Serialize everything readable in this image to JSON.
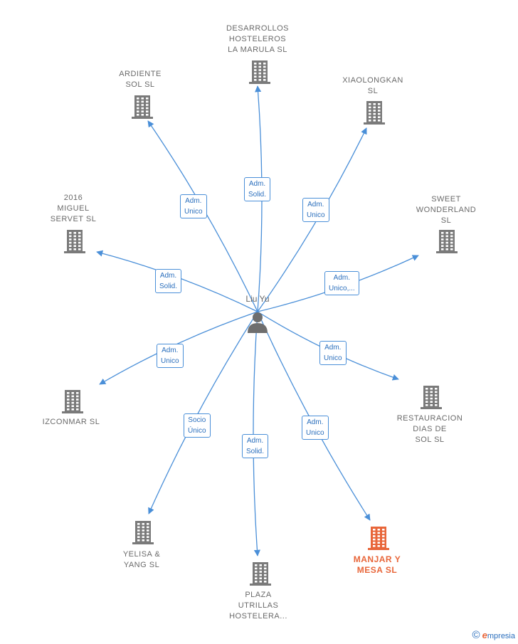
{
  "center": {
    "name": "Liu Yu"
  },
  "companies": [
    {
      "id": "desarrollos",
      "label": "DESARROLLOS\nHOSTELEROS\nLA MARULA  SL",
      "role": "Adm.\nSolid.",
      "focus": false
    },
    {
      "id": "ardiente",
      "label": "ARDIENTE\nSOL  SL",
      "role": "Adm.\nUnico",
      "focus": false
    },
    {
      "id": "xiaolongkan",
      "label": "XIAOLONGKAN\nSL",
      "role": "Adm.\nUnico",
      "focus": false
    },
    {
      "id": "miguel",
      "label": "2016\nMIGUEL\nSERVET  SL",
      "role": "Adm.\nSolid.",
      "focus": false
    },
    {
      "id": "sweet",
      "label": "SWEET\nWONDERLAND\nSL",
      "role": "Adm.\nUnico,...",
      "focus": false
    },
    {
      "id": "izconmar",
      "label": "IZCONMAR  SL",
      "role": "Adm.\nUnico",
      "focus": false
    },
    {
      "id": "restauracion",
      "label": "RESTAURACION\nDIAS DE\nSOL  SL",
      "role": "Adm.\nUnico",
      "focus": false
    },
    {
      "id": "yelisa",
      "label": "YELISA &\nYANG SL",
      "role": "Socio\nÚnico",
      "focus": false
    },
    {
      "id": "plaza",
      "label": "PLAZA\nUTRILLAS\nHOSTELERA...",
      "role": "Adm.\nSolid.",
      "focus": false
    },
    {
      "id": "manjar",
      "label": "MANJAR Y\nMESA  SL",
      "role": "Adm.\nUnico",
      "focus": true
    }
  ],
  "colors": {
    "edge": "#4a8fd8",
    "building": "#7a7a7a",
    "building_focus": "#e8663a",
    "person": "#6e6e6e"
  },
  "footer": {
    "copyright": "©",
    "brand_initial": "e",
    "brand_rest": "mpresia"
  }
}
